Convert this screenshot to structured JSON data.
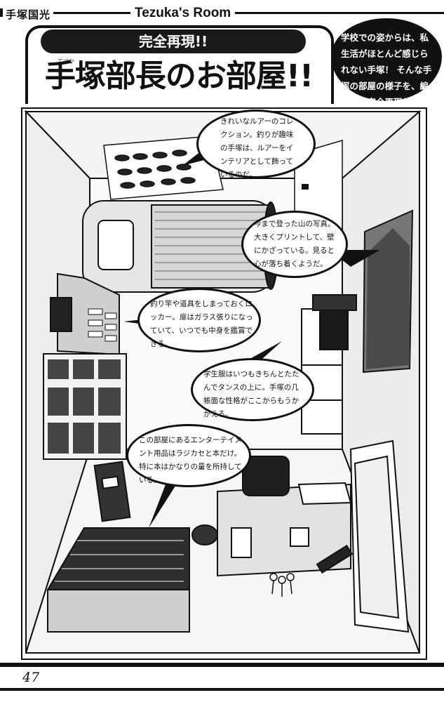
{
  "header": {
    "series_label": "手塚国光",
    "section_title": "Tezuka's Room"
  },
  "title": {
    "kicker": "完全再現!!",
    "headline": "手塚部長のお部屋!!",
    "ruby_te": "てづか",
    "ruby_tsuka": "づか"
  },
  "intro": {
    "text": "学校での姿からは、私生活がほとんど感じられない手塚！ そんな手塚の部屋の様子を、編集部が完全再現した !!"
  },
  "callouts": [
    {
      "text": "きれいなルアーのコレクション。釣りが趣味の手塚は、ルアーをインテリアとして飾っているのだ。"
    },
    {
      "text": "今まで登った山の写真。大きくプリントして、壁にかざっている。見ると心が落ち着くようだ。"
    },
    {
      "text": "釣り竿や道具をしまっておくロッカー。扉はガラス張りになっていて、いつでも中身を鑑賞できる。"
    },
    {
      "text": "学生服はいつもきちんとたたんでタンスの上に。手塚の几帳面な性格がここからもうかがえる。"
    },
    {
      "text": "この部屋にあるエンターテイメント用品はラジカセと本だけ。特に本はかなりの量を所持している。"
    }
  ],
  "footer": {
    "page_number": "47"
  }
}
